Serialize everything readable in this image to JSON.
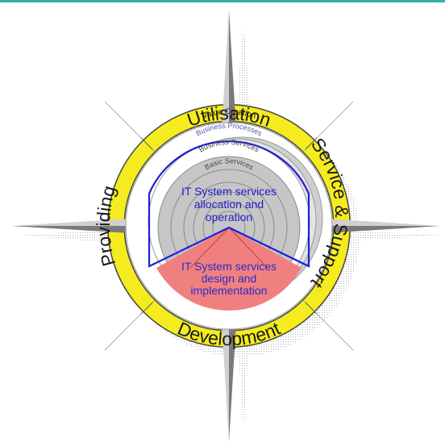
{
  "colors": {
    "top_bar": "#2bb5a0",
    "outer_ring": "#f4ec1e",
    "ring_outline": "#444444",
    "compass_light": "#c8c8c8",
    "compass_dark": "#7a7a7a",
    "layer_fill": "#c6c6c6",
    "shadow": "#bdbdbd",
    "operation_outline": "#1f1fd6",
    "operation_text": "#2020c8",
    "design_fill": "#f08080",
    "design_text": "#2b2bc8"
  },
  "ring_labels": {
    "top": "Utilisation",
    "bottom": "Development",
    "left": "Providing",
    "right": "Service & Support"
  },
  "layers": {
    "value_creation": "Value Creation",
    "business_processes": "Business Processes",
    "business_services": "Business Services",
    "basic_services": "Basic Services"
  },
  "zones": {
    "operation": {
      "line1": "IT System services",
      "line2": "allocation and",
      "line3": "operation"
    },
    "design": {
      "line1": "IT System services",
      "line2": "design and",
      "line3": "implementation"
    }
  }
}
